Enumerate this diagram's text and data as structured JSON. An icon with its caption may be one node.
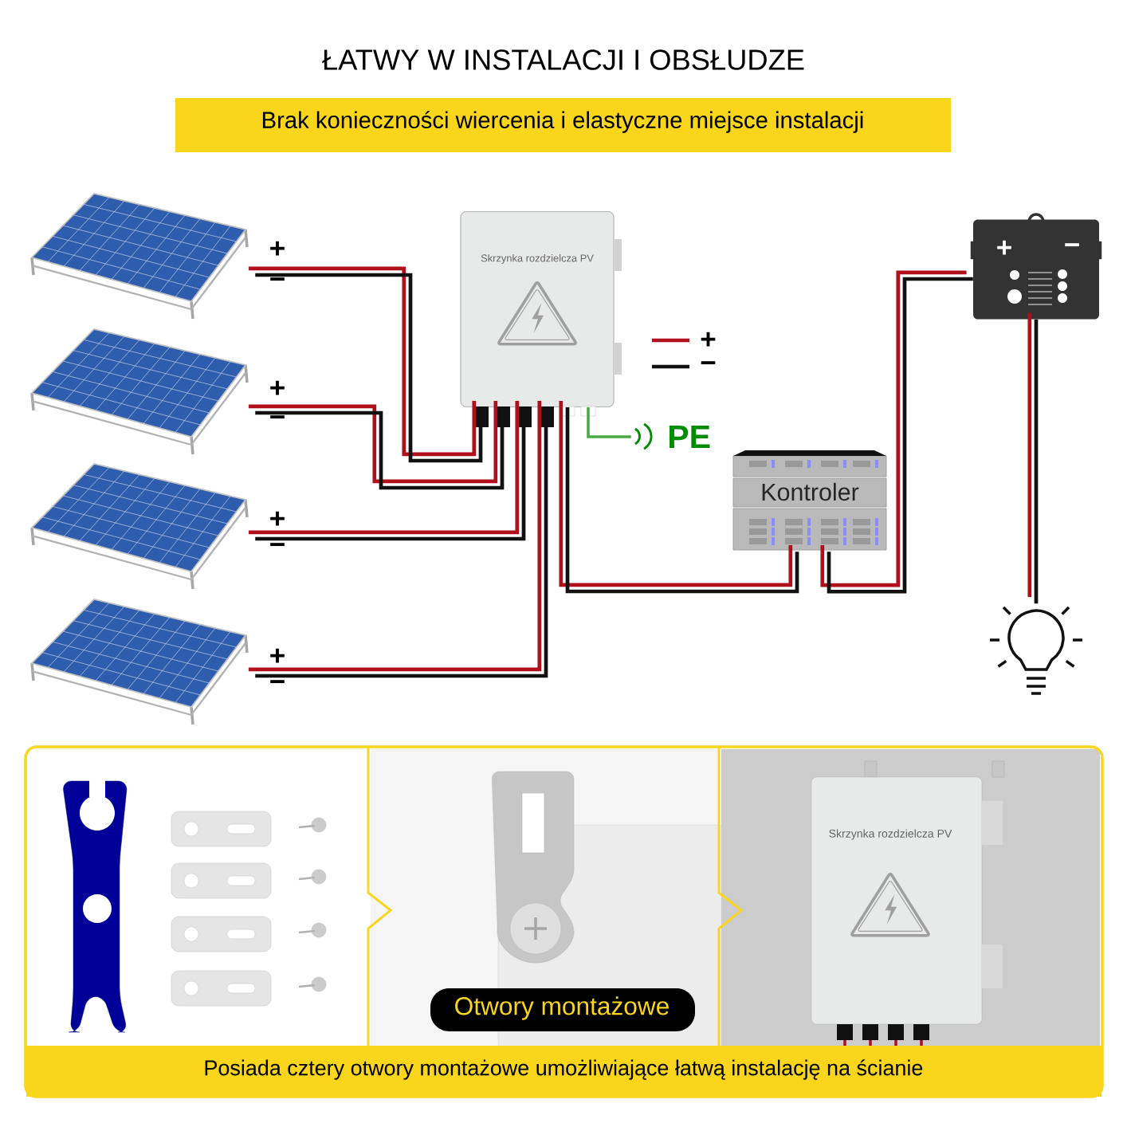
{
  "diagram": {
    "title": "ŁATWY W INSTALACJI I OBSŁUDZE",
    "caption": "Posiada cztery otwory montażowe umożliwiające łatwą instalację na ścianie",
    "nodes": [
      {
        "text": [],
        "shape": "picture"
      },
      {
        "text": [],
        "shape": "picture"
      },
      {
        "text": [],
        "shape": "picture"
      },
      {
        "text": [],
        "shape": "picture"
      },
      {
        "text": [
          "Skrzynka rozdzielcza PV"
        ]
      },
      {
        "text": [
          "Kontroler"
        ]
      },
      {
        "text": [
          "+",
          "−"
        ]
      },
      {
        "text": [],
        "shape": "picture"
      },
      {
        "text": [
          "PE"
        ]
      }
    ],
    "edges": [
      {
        "from": 0,
        "to": 4,
        "arrow": "none"
      },
      {
        "from": 1,
        "to": 4,
        "arrow": "none"
      },
      {
        "from": 2,
        "to": 4,
        "arrow": "none"
      },
      {
        "from": 3,
        "to": 4,
        "arrow": "none"
      },
      {
        "from": 4,
        "to": 5,
        "arrow": "none"
      },
      {
        "from": 5,
        "to": 6,
        "arrow": "none",
        "color": "#b0101c"
      },
      {
        "from": 6,
        "to": 7,
        "arrow": "none",
        "color": "#b0101c"
      },
      {
        "from": 4,
        "to": 8,
        "arrow": "none",
        "color": "#4aa845"
      }
    ],
    "labels": [
      "Brak konieczności wiercenia i elastyczne miejsce instalacji",
      "+",
      "−",
      "+",
      "−",
      "+",
      "−",
      "+",
      "−",
      "Otwory montażowe",
      "Skrzynka rozdzielcza PV"
    ],
    "legend": [
      {
        "text": "+"
      },
      {
        "text": "−"
      }
    ]
  }
}
